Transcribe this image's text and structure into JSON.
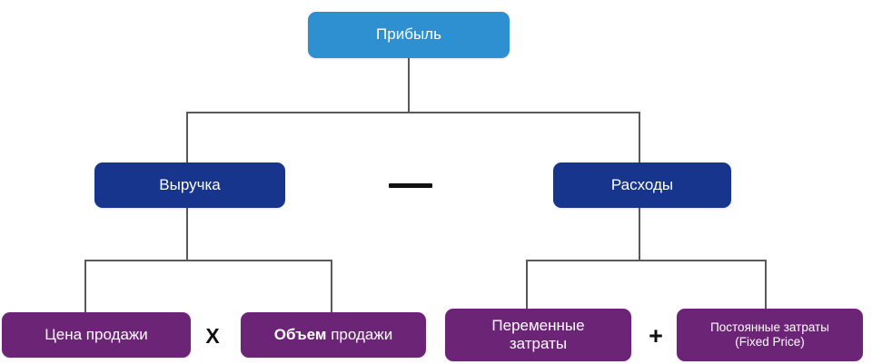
{
  "diagram": {
    "title_visible": false,
    "background": "#FFFFFF",
    "colors": {
      "root": "#2E90D0",
      "level2": "#17358C",
      "level3": "#6C2576",
      "connector": "#595959",
      "operator": "#111111",
      "node_text": "#FFFFFF"
    },
    "nodes": {
      "root": {
        "label": "Прибыль"
      },
      "revenue": {
        "label": "Выручка"
      },
      "expenses": {
        "label": "Расходы"
      },
      "sale_price": {
        "label": "Цена продажи"
      },
      "sale_volume": {
        "label_bold": "Объем",
        "label_rest": " продажи"
      },
      "variable_costs": {
        "line1": "Переменные",
        "line2": "затраты"
      },
      "fixed_costs": {
        "line1": "Постоянные затраты",
        "line2": "(Fixed Price)"
      }
    },
    "operators": {
      "minus": "—",
      "multiply": "X",
      "plus": "+"
    }
  }
}
